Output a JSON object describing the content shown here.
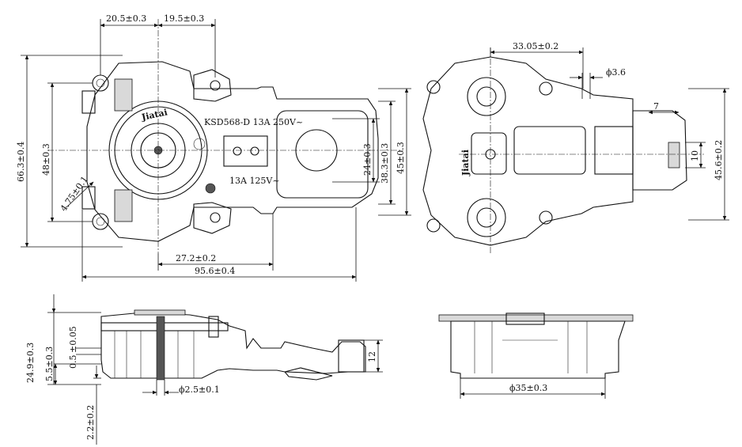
{
  "drawing": {
    "top_view": {
      "dim_width_left": "20.5±0.3",
      "dim_width_right": "19.5±0.3",
      "dim_height_overall": "66.3±0.4",
      "dim_height_holes": "48±0.3",
      "dim_radius": "4.75±0.1",
      "dim_inner_24": "24±0.3",
      "dim_inner_38": "38.3±0.3",
      "dim_inner_45": "45±0.3",
      "dim_length_27": "27.2±0.2",
      "dim_length_overall": "95.6±0.4",
      "marking_model": "KSD568-D 13A 250V~",
      "marking_rating": "13A 125V~",
      "brand": "Jiatai"
    },
    "bottom_view": {
      "dim_width": "33.05±0.2",
      "dim_pin_dia": "ϕ3.6",
      "dim_slot": "7",
      "dim_slot_height": "10",
      "dim_height": "45.6±0.2",
      "brand": "Jiatai"
    },
    "side_view": {
      "dim_height_total": "24.9±0.3",
      "dim_height_5": "5.5±0.3",
      "dim_thickness": "0.5",
      "dim_thickness_tol": "±0.05",
      "dim_pin_dia": "ϕ2.5±0.1",
      "dim_protrusion": "2.2±0.2",
      "dim_right_height": "12"
    },
    "front_view": {
      "dim_dia": "ϕ35±0.3"
    }
  }
}
